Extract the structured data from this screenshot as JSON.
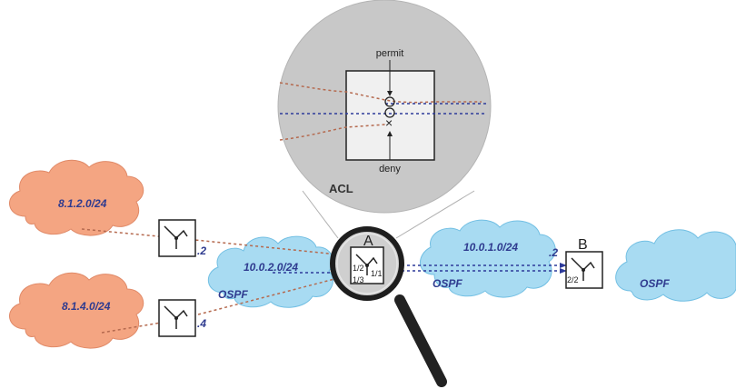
{
  "diagram": {
    "networks": {
      "left_top": "8.1.2.0/24",
      "left_bottom": "8.1.4.0/24",
      "middle_left": "10.0.2.0/24",
      "middle_right": "10.0.1.0/24"
    },
    "protocol_labels": {
      "middle_left": "OSPF",
      "middle_right": "OSPF",
      "far_right": "OSPF"
    },
    "host_suffixes": {
      "router_top": ".2",
      "router_bottom": ".4",
      "router_b_side": ".2"
    },
    "routers": {
      "A": {
        "name": "A",
        "ports": [
          "1/2",
          "1/3",
          "1/1"
        ]
      },
      "B": {
        "name": "B",
        "ports": [
          "2/2"
        ]
      }
    },
    "acl": {
      "title": "ACL",
      "permit": "permit",
      "deny": "deny"
    },
    "colors": {
      "cloud_external": "#f4a582",
      "cloud_external_stroke": "#e08a68",
      "cloud_ospf": "#a8dbf2",
      "cloud_ospf_stroke": "#72bfe3",
      "link_external": "#b56a4f",
      "link_ospf": "#2d3a9a",
      "zoom_circle": "#c8c8c8",
      "label_text": "#2f3b8f"
    }
  }
}
